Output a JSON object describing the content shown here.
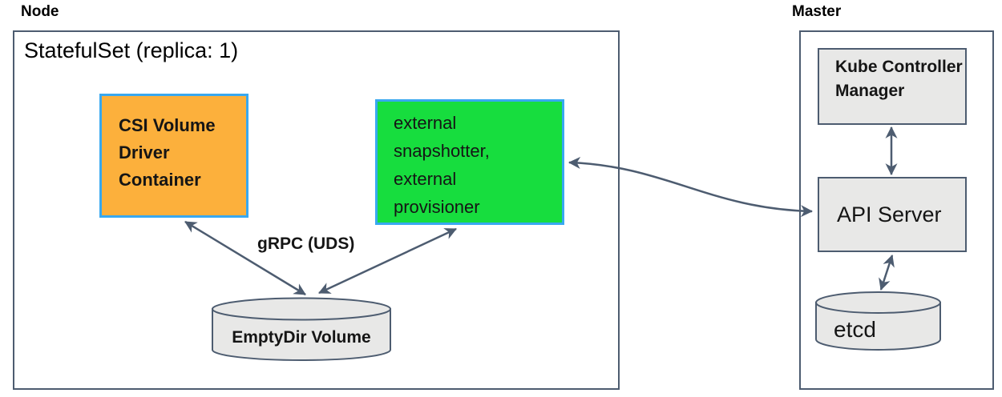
{
  "colors": {
    "stroke": "#4d5c70",
    "box-border": "#38a8f0",
    "orange": "#fcb03c",
    "green": "#17dd3e",
    "gray": "#e8e8e7",
    "text": "#151515"
  },
  "node": {
    "title": "Node",
    "statefulset_title": "StatefulSet (replica: 1)",
    "csi_container": {
      "lines": [
        "CSI Volume",
        "Driver",
        "Container"
      ]
    },
    "sidecar_container": {
      "lines": [
        "external",
        "snapshotter,",
        "external",
        "provisioner"
      ]
    },
    "grpc_label": "gRPC (UDS)",
    "emptydir_label": "EmptyDir Volume"
  },
  "master": {
    "title": "Master",
    "kube_controller_manager": {
      "lines": [
        "Kube",
        "Controller",
        "Manager"
      ]
    },
    "api_server_label": "API Server",
    "etcd_label": "etcd"
  }
}
